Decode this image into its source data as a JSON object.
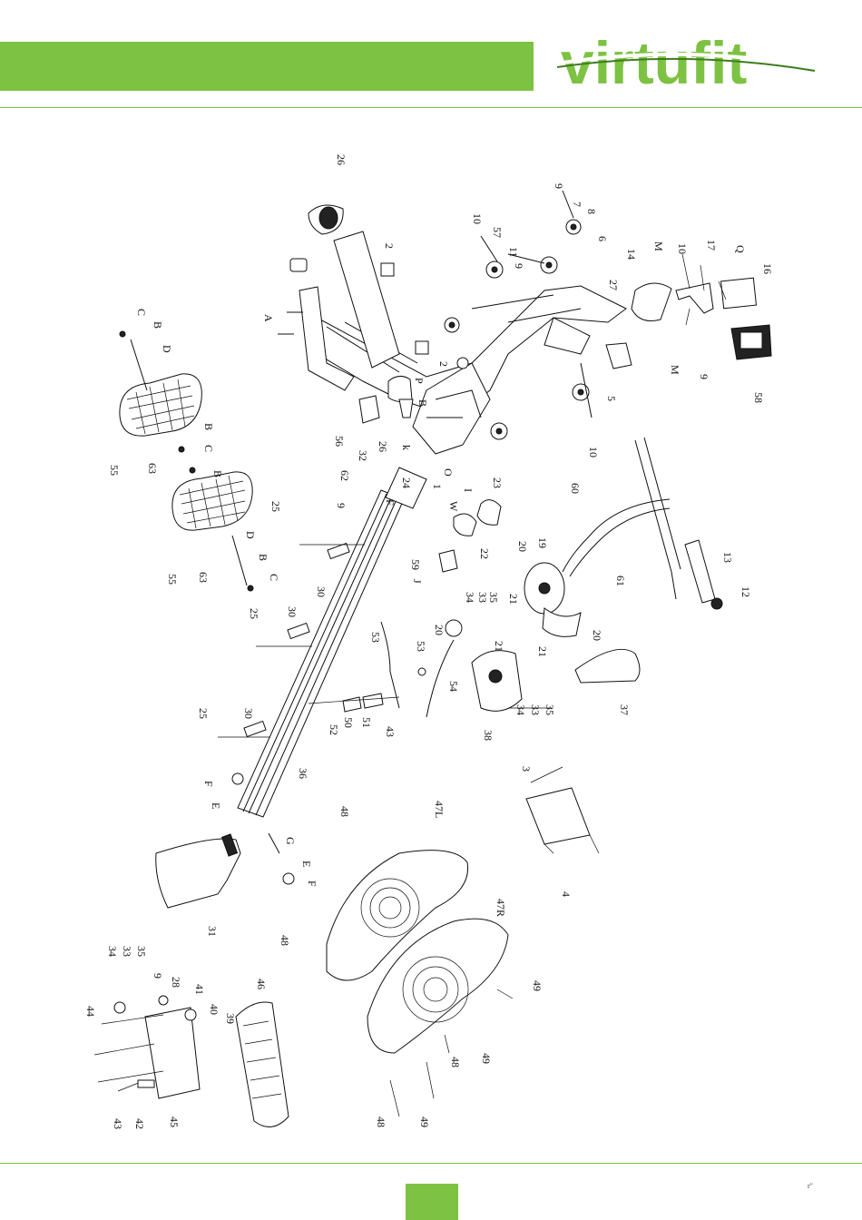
{
  "header": {
    "brand": "virtufit",
    "accent_color": "#7dc242"
  },
  "footer": {
    "page_mark": "r\""
  },
  "diagram": {
    "labels": {
      "l26a": "26",
      "l2a": "2",
      "lA": "A",
      "l2b": "2",
      "lP": "P",
      "lB1": "B",
      "l26b": "26",
      "l32": "32",
      "lk": "k",
      "lO": "O",
      "l1": "1",
      "l56": "56",
      "l9a": "9",
      "l7": "7",
      "l8": "8",
      "l10a": "10",
      "l57": "57",
      "l11": "11",
      "l9b": "9",
      "l6": "6",
      "l27": "27",
      "l14": "14",
      "lM1": "M",
      "l10b": "10",
      "l17": "17",
      "lQ": "Q",
      "l16": "16",
      "lM2": "M",
      "l9c": "9",
      "l58": "58",
      "l5": "5",
      "l10c": "10",
      "lC1": "C",
      "lB2": "B",
      "lD1": "D",
      "l55a": "55",
      "l63a": "63",
      "lB3": "B",
      "lC2": "C",
      "lB4": "B",
      "l55b": "55",
      "l63b": "63",
      "lD2": "D",
      "lB5": "B",
      "lC3": "C",
      "l24": "24",
      "l62": "62",
      "lF1": "F",
      "l9d": "9",
      "lW": "W",
      "lI": "I",
      "l23": "23",
      "l22": "22",
      "l59": "59",
      "lJ": "J",
      "l25a": "25",
      "l30a": "30",
      "l25b": "25",
      "l30b": "30",
      "l60": "60",
      "l19": "19",
      "l20a": "20",
      "l21a": "21",
      "l61": "61",
      "l13": "13",
      "l12": "12",
      "l20b": "20",
      "l21b": "21",
      "l34a": "34",
      "l33a": "33",
      "l35a": "35",
      "l20c": "20",
      "l21c": "21",
      "l53a": "53",
      "l53b": "53",
      "l54": "54",
      "l50": "50",
      "l51": "51",
      "l52": "52",
      "l43a": "43",
      "l38": "38",
      "l34b": "34",
      "l33b": "33",
      "l35b": "35",
      "l3": "3",
      "l37": "37",
      "l4": "4",
      "l25c": "25",
      "l30c": "30",
      "l36": "36",
      "lF2": "F",
      "lE1": "E",
      "lG": "G",
      "l31": "31",
      "lE2": "E",
      "lF3": "F",
      "l48a": "48",
      "l48b": "48",
      "l47L": "47L",
      "l47R": "47R",
      "l49a": "49",
      "l49b": "49",
      "l48c": "48",
      "l48d": "48",
      "l49c": "49",
      "l34c": "34",
      "l33c": "33",
      "l35c": "35",
      "l9e": "9",
      "l28": "28",
      "l41": "41",
      "l40": "40",
      "l39": "39",
      "l44": "44",
      "l46": "46",
      "l43b": "43",
      "l42": "42",
      "l45": "45"
    }
  }
}
